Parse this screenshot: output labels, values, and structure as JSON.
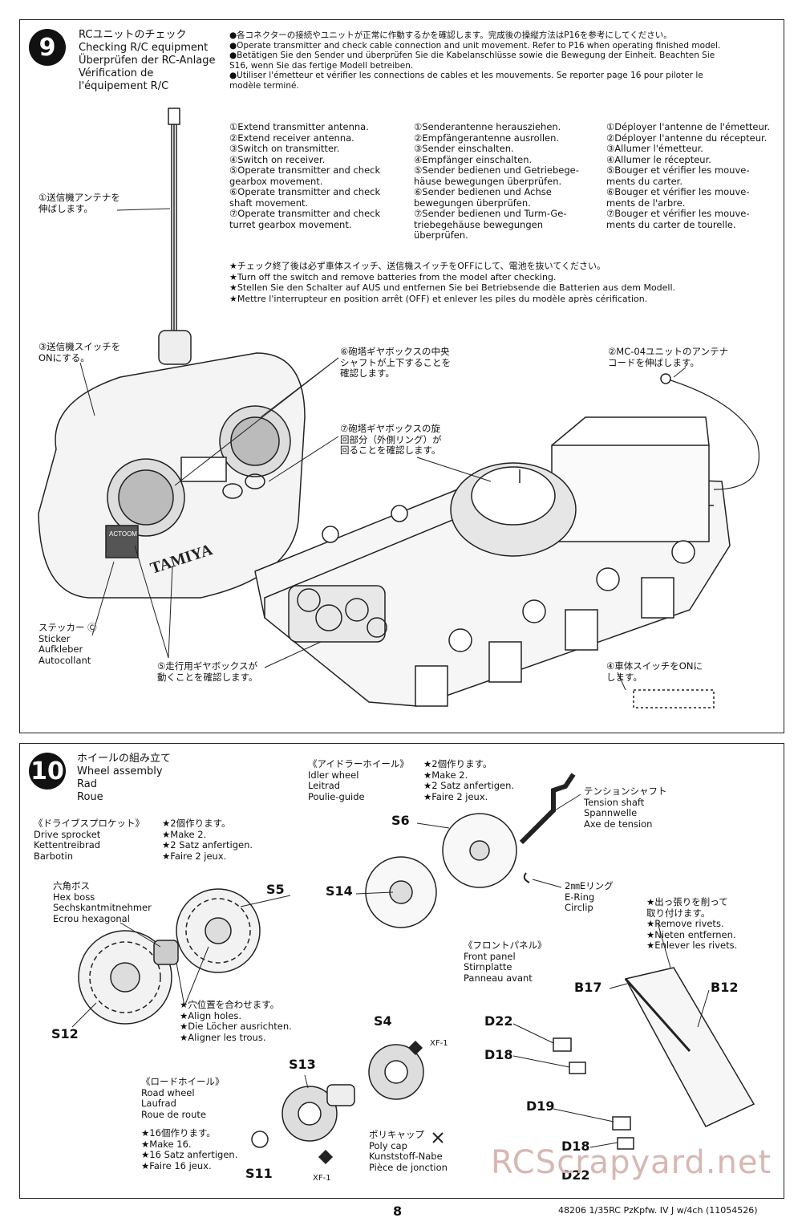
{
  "step9": {
    "number": "9",
    "title": "RCユニットのチェック\nChecking R/C equipment\nÜberprüfen der RC-Anlage\nVérification de\nl'équipement R/C",
    "intro": "●各コネクターの接続やユニットが正常に作動するかを確認します。完成後の操縦方法はP16を参考にしてください。\n●Operate transmitter and check cable connection and unit movement. Refer to P16 when operating finished model.\n●Betätigen Sie den Sender und überprüfen Sie die Kabelanschlüsse sowie die Bewegung der Einheit. Beachten Sie\nS16, wenn Sie das fertige Modell betreiben.\n●Utiliser l'émetteur et vérifier les connections de cables et les mouvements. Se reporter page 16 pour piloter le\nmodèle terminé.",
    "steps_en": "①Extend transmitter antenna.\n②Extend receiver antenna.\n③Switch on transmitter.\n④Switch on receiver.\n⑤Operate transmitter and check\ngearbox movement.\n⑥Operate transmitter and check\nshaft movement.\n⑦Operate transmitter and check\nturret gearbox movement.",
    "steps_de": "①Senderantenne herausziehen.\n②Empfängerantenne ausrollen.\n③Sender einschalten.\n④Empfänger einschalten.\n⑤Sender bedienen und Getriebege-\nhäuse bewegungen überprüfen.\n⑥Sender bedienen und Achse\nbewegungen überprüfen.\n⑦Sender bedienen und Turm-Ge-\ntriebegehäuse bewegungen\nüberprüfen.",
    "steps_fr": "①Déployer l'antenne de l'émetteur.\n②Déployer l'antenne du récepteur.\n③Allumer l'émetteur.\n④Allumer le récepteur.\n⑤Bouger et vérifier les mouve-\nments du carter.\n⑥Bouger et vérifier les mouve-\nments de l'arbre.\n⑦Bouger et vérifier les mouve-\nments du carter de tourelle.",
    "warning": "★チェック終了後は必ず車体スイッチ、送信機スイッチをOFFにして、電池を抜いてください。\n★Turn off the switch and remove batteries from the model after checking.\n★Stellen Sie den Schalter auf AUS und entfernen Sie bei Betriebsende die Batterien aus dem Modell.\n★Mettre l'interrupteur en position arrêt (OFF) et enlever les piles du modèle après cérification.",
    "callout1": "①送信機アンテナを\n伸ばします。",
    "callout3": "③送信機スイッチを\nONにする。",
    "callout6": "⑥砲塔ギヤボックスの中央\nシャフトが上下することを\n確認します。",
    "callout2": "②MC-04ユニットのアンテナ\nコードを伸ばします。",
    "callout7": "⑦砲塔ギヤボックスの旋\n回部分（外側リング）が\n回ることを確認します。",
    "sticker": "ステッカー Ⓒ\nSticker\nAufkleber\nAutocollant",
    "callout5": "⑤走行用ギヤボックスが\n動くことを確認します。",
    "callout4": "④車体スイッチをONに\nします。",
    "brand": "TAMIYA",
    "acro": "ACTOOM"
  },
  "step10": {
    "number": "10",
    "title": "ホイールの組み立て\nWheel assembly\nRad\nRoue",
    "sprocket": "《ドライブスプロケット》\nDrive sprocket\nKettentreibrad\nBarbotin",
    "make2_a": "★2個作ります。\n★Make 2.\n★2 Satz anfertigen.\n★Faire 2 jeux.",
    "idler": "《アイドラーホイール》\nIdler wheel\nLeitrad\nPoulie-guide",
    "make2_b": "★2個作ります。\n★Make 2.\n★2 Satz anfertigen.\n★Faire 2 jeux.",
    "tension": "テンションシャフト\nTension shaft\nSpannwelle\nAxe de tension",
    "hexboss": "六角ボス\nHex boss\nSechskantmitnehmer\nEcrou hexagonal",
    "eclip": "2㎜Eリング\nE-Ring\nCirclip",
    "align": "★穴位置を合わせます。\n★Align holes.\n★Die Löcher ausrichten.\n★Aligner les trous.",
    "rivets": "★出っ張りを削って\n取り付けます。\n★Remove rivets.\n★Nieten entfernen.\n★Enlever les rivets.",
    "frontpanel": "《フロントパネル》\nFront panel\nStirnplatte\nPanneau avant",
    "roadwheel": "《ロードホイール》\nRoad wheel\nLaufrad\nRoue de route",
    "make16": "★16個作ります。\n★Make 16.\n★16 Satz anfertigen.\n★Faire 16 jeux.",
    "polycap": "ポリキャップ\nPoly cap\nKunststoff-Nabe\nPièce de jonction",
    "labels": {
      "s5": "S5",
      "s6": "S6",
      "s14": "S14",
      "s12": "S12",
      "s4": "S4",
      "s13": "S13",
      "s11": "S11",
      "xf1a": "XF-1",
      "xf1b": "XF-1",
      "b17": "B17",
      "b12": "B12",
      "d22a": "D22",
      "d18a": "D18",
      "d19": "D19",
      "d18b": "D18",
      "d22b": "D22"
    }
  },
  "footer": {
    "page": "8",
    "code": "48206  1/35RC PzKpfw. IV J w/4ch (11054526)",
    "watermark": "RCScrapyard.net"
  }
}
